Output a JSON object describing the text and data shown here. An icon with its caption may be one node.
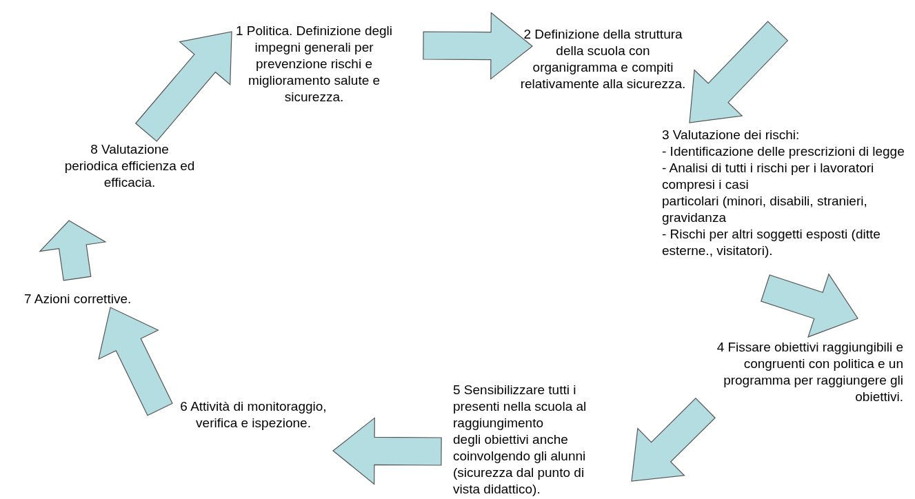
{
  "diagram": {
    "nodes": [
      {
        "text": [
          "1 Politica. Definizione degli impegni generali per prevenzione rischi e miglioramento salute e sicurezza."
        ]
      },
      {
        "text": [
          "2 Definizione della struttura della scuola con organigramma e compiti relativamente alla sicurezza."
        ]
      },
      {
        "text": [
          "3 Valutazione dei rischi:",
          "- Identificazione delle prescrizioni di legge",
          "- Analisi di tutti i rischi per i lavoratori compresi i casi",
          "particolari (minori, disabili, stranieri, gravidanza",
          "- Rischi per altri soggetti esposti (ditte esterne., visitatori)."
        ]
      },
      {
        "text": [
          "4 Fissare obiettivi raggiungibili e congruenti con politica e un programma per raggiungere gli obiettivi."
        ]
      },
      {
        "text": [
          "5 Sensibilizzare tutti i presenti nella scuola al raggiungimento",
          "degli obiettivi anche coinvolgendo gli alunni (sicurezza dal punto di vista didattico)."
        ]
      },
      {
        "text": [
          "6 Attività di monitoraggio, verifica e ispezione."
        ]
      },
      {
        "text": [
          "7 Azioni correttive."
        ]
      },
      {
        "text": [
          "8 Valutazione periodica efficienza ed efficacia."
        ]
      }
    ],
    "edges": [
      {
        "from": 0,
        "to": 1,
        "arrow": "to",
        "style": "thick"
      },
      {
        "from": 1,
        "to": 2,
        "arrow": "to",
        "style": "thick"
      },
      {
        "from": 2,
        "to": 3,
        "arrow": "to",
        "style": "thick"
      },
      {
        "from": 3,
        "to": 4,
        "arrow": "to",
        "style": "thick"
      },
      {
        "from": 4,
        "to": 5,
        "arrow": "to",
        "style": "thick"
      },
      {
        "from": 5,
        "to": 6,
        "arrow": "to",
        "style": "thick"
      },
      {
        "from": 6,
        "to": 7,
        "arrow": "to",
        "style": "thick"
      },
      {
        "from": 7,
        "to": 0,
        "arrow": "to",
        "style": "thick"
      }
    ]
  }
}
